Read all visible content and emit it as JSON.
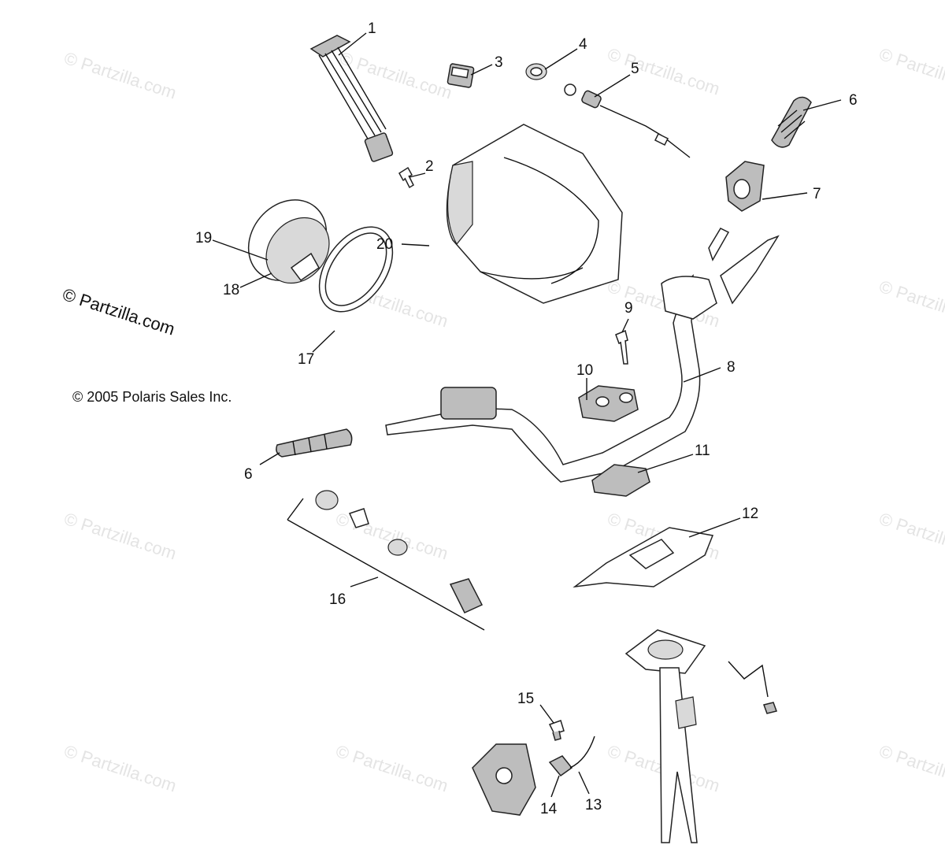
{
  "watermark_text": "© Partzilla.com",
  "copyright": {
    "site": "© Partzilla.com",
    "owner": "© 2005 Polaris Sales Inc."
  },
  "callouts": {
    "c1": "1",
    "c2": "2",
    "c3": "3",
    "c4": "4",
    "c5": "5",
    "c6a": "6",
    "c6b": "6",
    "c7": "7",
    "c8": "8",
    "c9": "9",
    "c10": "10",
    "c11": "11",
    "c12": "12",
    "c13": "13",
    "c14": "14",
    "c15": "15",
    "c16": "16",
    "c17": "17",
    "c18": "18",
    "c19": "19",
    "c20": "20"
  }
}
